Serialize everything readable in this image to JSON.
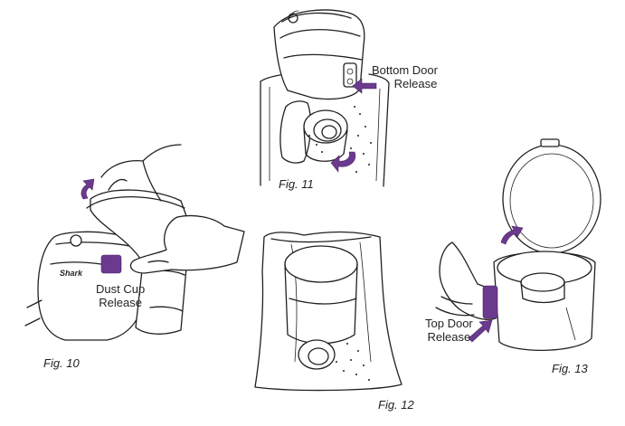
{
  "labels": {
    "bottom_door_release": [
      "Bottom Door",
      "Release"
    ],
    "dust_cup_release": [
      "Dust Cup",
      "Release"
    ],
    "top_door_release": [
      "Top Door",
      "Release"
    ],
    "brand_logo": "Shark"
  },
  "figures": {
    "fig10": "Fig. 10",
    "fig11": "Fig. 11",
    "fig12": "Fig. 12",
    "fig13": "Fig. 13"
  },
  "colors": {
    "accent_purple": "#6b3a8f",
    "line": "#231f20",
    "background": "#ffffff"
  },
  "icons": {
    "release_arrow": "purple-arrow-icon",
    "rotate_arrow": "curved-arrow-icon"
  }
}
